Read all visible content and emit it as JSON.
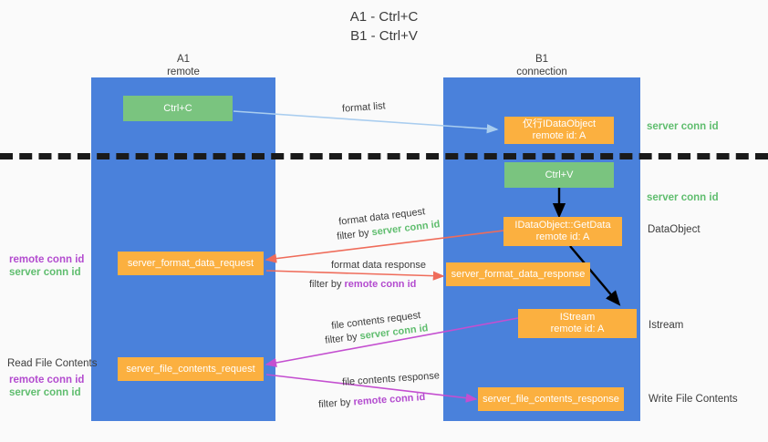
{
  "title": "A1 - Ctrl+C\nB1 - Ctrl+V",
  "columns": {
    "left": {
      "name": "A1",
      "role": "remote",
      "header": "A1\nremote"
    },
    "right": {
      "name": "B1",
      "role": "connection",
      "header": "B1\nconnection"
    }
  },
  "colors": {
    "lane": "#4a81db",
    "green_box": "#7ac47f",
    "orange_box": "#fbb040",
    "background": "#fafafa",
    "server_conn_id": "#5fbd6e",
    "remote_conn_id": "#b34bcf",
    "format_arrow": "#ef6c5a",
    "file_arrow": "#c44fd0",
    "list_arrow": "#a9cdef",
    "flow_arrow": "#000000",
    "divider": "#1a1a1a"
  },
  "boxes": {
    "ctrl_c": "Ctrl+C",
    "ctrl_v": "Ctrl+V",
    "idataobject": "仅行IDataObject\nremote id: A",
    "getdata": "IDataObject::GetData\nremote id: A",
    "istream": "IStream\nremote id: A",
    "format_data_request": "server_format_data_request",
    "format_data_response": "server_format_data_response",
    "file_contents_request": "server_file_contents_request",
    "file_contents_response": "server_file_contents_response"
  },
  "right_labels": {
    "server_conn_id_top": "server conn id",
    "server_conn_id_mid": "server conn id",
    "dataobject": "DataObject",
    "istream": "Istream",
    "write_file_contents": "Write File Contents"
  },
  "left_labels": {
    "remote_conn_id_1": "remote conn id",
    "server_conn_id_1": "server conn id",
    "read_file_contents": "Read File Contents",
    "remote_conn_id_2": "remote conn id",
    "server_conn_id_2": "server conn id"
  },
  "edges": {
    "format_list": "format list",
    "format_data_request": "format data request",
    "format_data_request_filter_prefix": "filter by ",
    "format_data_request_filter_value": "server conn id",
    "format_data_response": "format data response",
    "format_data_response_filter_prefix": "filter by ",
    "format_data_response_filter_value": "remote conn id",
    "file_contents_request": "file contents request",
    "file_contents_request_filter_prefix": "filter by ",
    "file_contents_request_filter_value": "server conn id",
    "file_contents_response": "file contents response",
    "file_contents_response_filter_prefix": "filter by ",
    "file_contents_response_filter_value": "remote conn id"
  }
}
